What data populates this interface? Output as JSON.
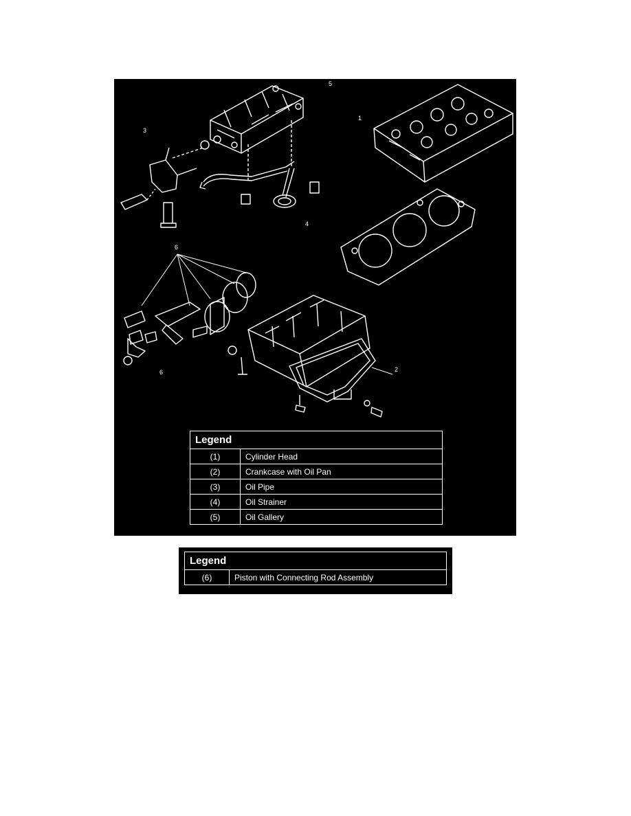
{
  "figure": {
    "callouts": [
      "5",
      "1",
      "3",
      "4",
      "6",
      "6",
      "2"
    ]
  },
  "legend_top": {
    "title": "Legend",
    "rows": [
      {
        "num": "(1)",
        "label": "Cylinder Head"
      },
      {
        "num": "(2)",
        "label": "Crankcase with Oil Pan"
      },
      {
        "num": "(3)",
        "label": "Oil Pipe"
      },
      {
        "num": "(4)",
        "label": "Oil Strainer"
      },
      {
        "num": "(5)",
        "label": "Oil Gallery"
      }
    ]
  },
  "legend_bottom": {
    "title": "Legend",
    "rows": [
      {
        "num": "(6)",
        "label": "Piston with Connecting Rod Assembly"
      }
    ]
  }
}
